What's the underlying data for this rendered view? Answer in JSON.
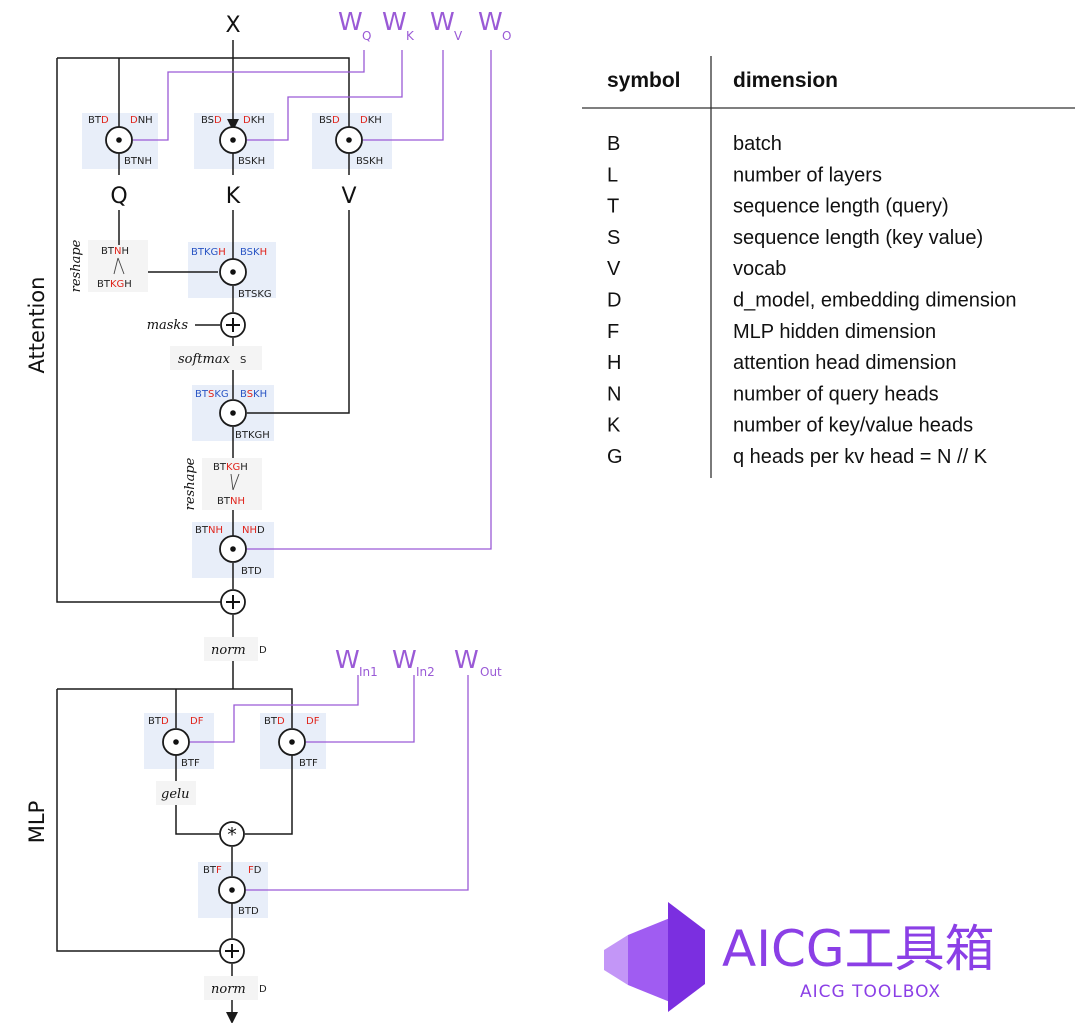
{
  "diagram": {
    "input_label": "X",
    "side_labels": {
      "attention": "Attention",
      "mlp": "MLP"
    },
    "attention_weights": [
      {
        "main": "W",
        "sub": "Q"
      },
      {
        "main": "W",
        "sub": "K"
      },
      {
        "main": "W",
        "sub": "V"
      },
      {
        "main": "W",
        "sub": "O"
      }
    ],
    "mlp_weights": [
      {
        "main": "W",
        "sub": "In1"
      },
      {
        "main": "W",
        "sub": "In2"
      },
      {
        "main": "W",
        "sub": "Out"
      }
    ],
    "qkv_letters": {
      "q": "Q",
      "k": "K",
      "v": "V"
    },
    "operations": {
      "masks": "masks",
      "softmax": "softmax",
      "softmax_dim": "S",
      "reshape": "reshape",
      "norm": "norm",
      "norm_dim": "D",
      "gelu": "gelu"
    },
    "einsum": {
      "q_in_a1": "BT",
      "q_in_a2": "D",
      "q_in_b1": "D",
      "q_in_b2": "NH",
      "q_out": "BTNH",
      "k_in_a1": "BS",
      "k_in_a2": "D",
      "k_in_b1": "D",
      "k_in_b2": "KH",
      "k_out": "BSKH",
      "v_in_a1": "BS",
      "v_in_a2": "D",
      "v_in_b1": "D",
      "v_in_b2": "KH",
      "v_out": "BSKH",
      "r1_top1": "BT",
      "r1_top2": "N",
      "r1_top3": "H",
      "r1_bot1": "BT",
      "r1_bot2": "KG",
      "r1_bot3": "H",
      "qk_a1": "BTKG",
      "qk_a2": "H",
      "qk_b1": "BSK",
      "qk_b2": "H",
      "qk_out": "BTSKG",
      "av_a1": "BT",
      "av_a2": "S",
      "av_a3": "KG",
      "av_b1": "B",
      "av_b2": "S",
      "av_b3": "KH",
      "av_out": "BTKGH",
      "r2_top1": "BT",
      "r2_top2": "KG",
      "r2_top3": "H",
      "r2_bot1": "BT",
      "r2_bot2": "NH",
      "o_a1": "BT",
      "o_a2": "NH",
      "o_b1": "NH",
      "o_b2": "D",
      "o_out": "BTD",
      "m1_a1": "BT",
      "m1_a2": "D",
      "m1_b1": "DF",
      "m1_out": "BTF",
      "m2_a1": "BT",
      "m2_a2": "D",
      "m2_b1": "DF",
      "m2_out": "BTF",
      "mo_a1": "BT",
      "mo_a2": "F",
      "mo_b1": "F",
      "mo_b2": "D",
      "mo_out": "BTD"
    },
    "colors": {
      "weight": "#9a5ad6",
      "contracted_dim": "#e0241b",
      "batch_dim": "#2a55c4",
      "block_bg": "#e8eef9"
    }
  },
  "table": {
    "headers": [
      "symbol",
      "dimension"
    ],
    "rows": [
      {
        "symbol": "B",
        "dimension": "batch"
      },
      {
        "symbol": "L",
        "dimension": "number of layers"
      },
      {
        "symbol": "T",
        "dimension": "sequence length (query)"
      },
      {
        "symbol": "S",
        "dimension": "sequence length (key value)"
      },
      {
        "symbol": "V",
        "dimension": "vocab"
      },
      {
        "symbol": "D",
        "dimension": "d_model, embedding dimension"
      },
      {
        "symbol": "F",
        "dimension": "MLP hidden dimension"
      },
      {
        "symbol": "H",
        "dimension": "attention head dimension"
      },
      {
        "symbol": "N",
        "dimension": "number of query heads"
      },
      {
        "symbol": "K",
        "dimension": "number of key/value heads"
      },
      {
        "symbol": "G",
        "dimension": "q heads per kv head = N // K"
      }
    ]
  },
  "logo": {
    "title": "AICG工具箱",
    "subtitle": "AICG TOOLBOX",
    "color": "#8b3fe6"
  }
}
